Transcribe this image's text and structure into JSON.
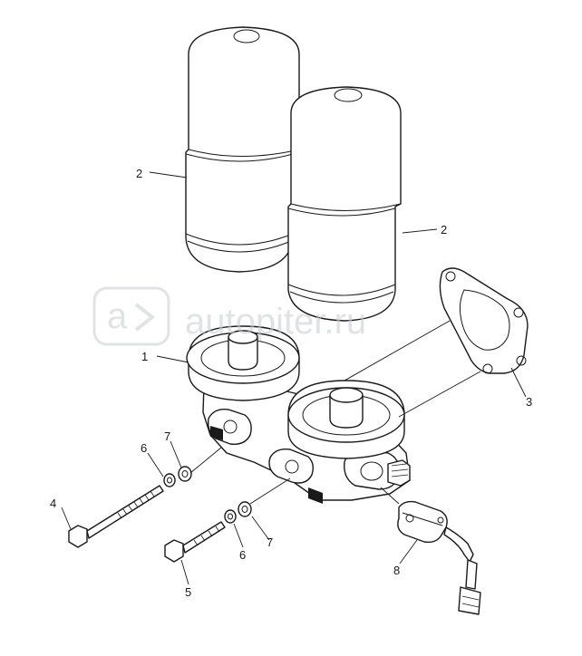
{
  "watermark": {
    "text": "autopiter.ru"
  },
  "callouts": {
    "filter_left": "2",
    "filter_right": "2",
    "filter_head": "1",
    "gasket": "3",
    "long_bolt": "4",
    "short_bolt": "5",
    "washer_top": "6",
    "lock_washer_top": "7",
    "washer_bottom": "6",
    "lock_washer_bottom": "7",
    "sensor": "8"
  },
  "colors": {
    "line": "#1a1a1a",
    "watermark": "#c9ccd0",
    "background": "#ffffff"
  }
}
